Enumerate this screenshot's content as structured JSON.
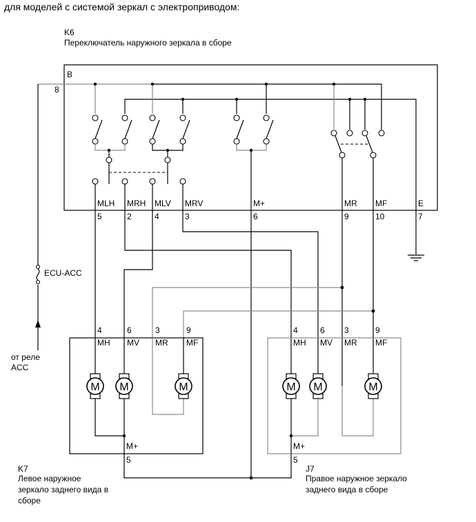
{
  "title": "для моделей с системой зеркал с электроприводом:",
  "switch": {
    "code": "K6",
    "name": "Переключатель наружного зеркала в сборе",
    "b_label": "B",
    "b_pin": "8",
    "terminals": [
      {
        "label": "MLH",
        "pin": "5"
      },
      {
        "label": "MRH",
        "pin": "2"
      },
      {
        "label": "MLV",
        "pin": "4"
      },
      {
        "label": "MRV",
        "pin": "3"
      },
      {
        "label": "M+",
        "pin": "6"
      },
      {
        "label": "MR",
        "pin": "9"
      },
      {
        "label": "MF",
        "pin": "10"
      },
      {
        "label": "E",
        "pin": "7"
      }
    ]
  },
  "fuse": {
    "label": "ECU-ACC"
  },
  "source": {
    "line1": "от реле",
    "line2": "ACC"
  },
  "left_mirror": {
    "code": "K7",
    "name_lines": [
      "Левое наружное",
      "зеркало заднего вида в",
      "сборе"
    ],
    "terminals": [
      {
        "label": "MH",
        "pin": "4"
      },
      {
        "label": "MV",
        "pin": "6"
      },
      {
        "label": "MR",
        "pin": "3"
      },
      {
        "label": "MF",
        "pin": "9"
      }
    ],
    "common": {
      "label": "M+",
      "pin": "5"
    }
  },
  "right_mirror": {
    "code": "J7",
    "name_lines": [
      "Правое наружное зеркало",
      "заднего вида в сборе"
    ],
    "terminals": [
      {
        "label": "MH",
        "pin": "4"
      },
      {
        "label": "MV",
        "pin": "6"
      },
      {
        "label": "MR",
        "pin": "3"
      },
      {
        "label": "MF",
        "pin": "9"
      }
    ],
    "common": {
      "label": "M+",
      "pin": "5"
    }
  },
  "motor_symbol": "M"
}
